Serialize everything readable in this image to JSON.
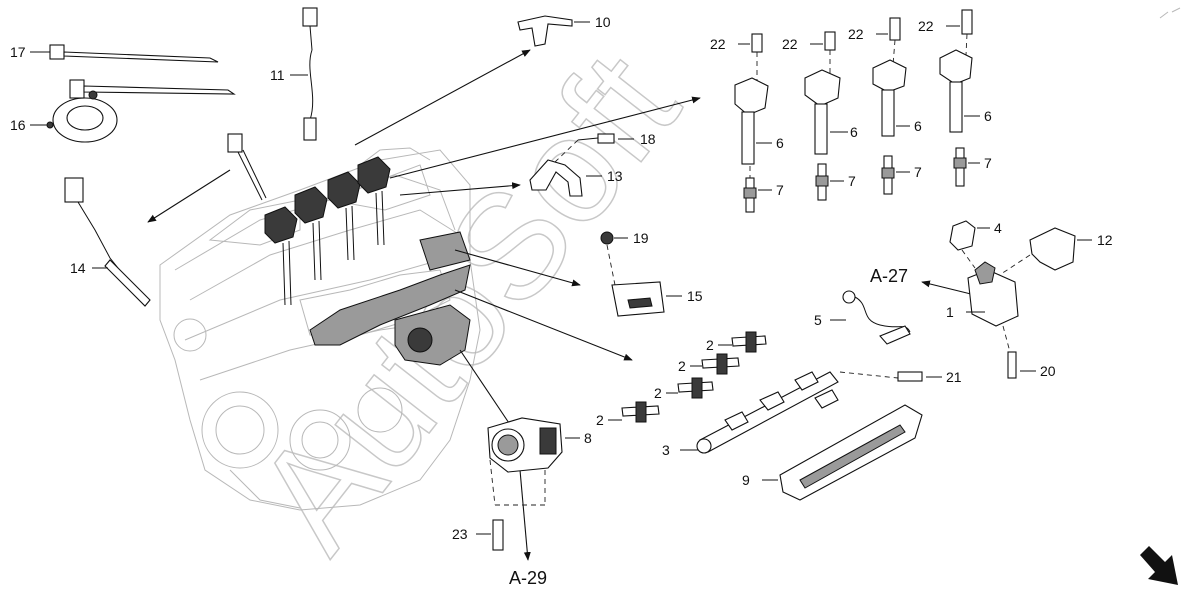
{
  "diagram": {
    "watermark": "AutoSoft",
    "callouts": {
      "c1": "1",
      "c2a": "2",
      "c2b": "2",
      "c2c": "2",
      "c2d": "2",
      "c3": "3",
      "c4": "4",
      "c5": "5",
      "c6a": "6",
      "c6b": "6",
      "c6c": "6",
      "c6d": "6",
      "c7a": "7",
      "c7b": "7",
      "c7c": "7",
      "c7d": "7",
      "c8": "8",
      "c9": "9",
      "c10": "10",
      "c11": "11",
      "c12": "12",
      "c13": "13",
      "c14": "14",
      "c15": "15",
      "c16": "16",
      "c17": "17",
      "c18": "18",
      "c19": "19",
      "c20": "20",
      "c21": "21",
      "c22a": "22",
      "c22b": "22",
      "c22c": "22",
      "c22d": "22",
      "c23": "23"
    },
    "references": {
      "a27": "A-27",
      "a29": "A-29"
    },
    "colors": {
      "line": "#111111",
      "engine_outline": "#b8b8b8",
      "watermark": "#c8c8c8",
      "background": "#ffffff"
    },
    "icons": {
      "next_page": "arrow-down-right-icon"
    }
  }
}
